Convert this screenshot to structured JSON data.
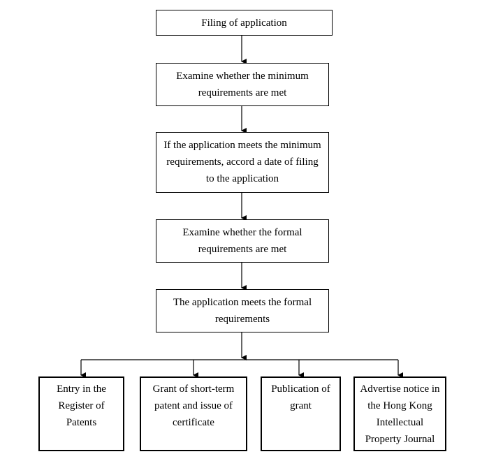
{
  "flowchart": {
    "steps": [
      "Filing of application",
      "Examine whether the minimum requirements are met",
      "If the application meets the minimum requirements, accord a date of filing to the application",
      "Examine whether the formal requirements are met",
      "The application meets the formal requirements"
    ],
    "outcomes": [
      "Entry in the Register of Patents",
      "Grant of short-term patent and issue of certificate",
      "Publication of grant",
      "Advertise notice in the Hong Kong Intellectual Property Journal"
    ]
  }
}
